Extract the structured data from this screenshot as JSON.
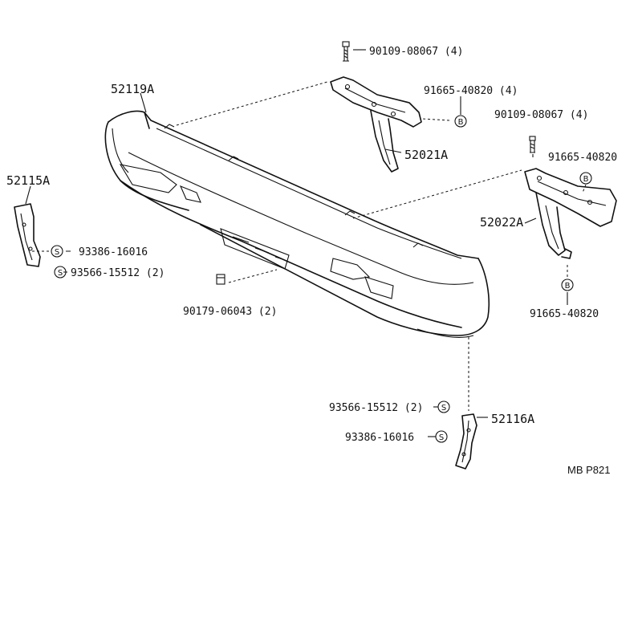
{
  "diagram": {
    "part_labels": {
      "bumper_cover": "52119A",
      "reinforcement_left": "52021A",
      "reinforcement_right": "52022A",
      "side_support_left": "52115A",
      "side_support_right": "52116A"
    },
    "fastener_labels": {
      "bolt_top": "90109-08067 (4)",
      "nut_top_b": "91665-40820 (4)",
      "bolt_right": "90109-08067 (4)",
      "nut_right_b": "91665-40820",
      "nut_lower_b": "91665-40820",
      "clip_left_a": "93386-16016",
      "screw_left": "93566-15512 (2)",
      "clip_center": "90179-06043 (2)",
      "screw_right": "93566-15512 (2)",
      "clip_right_a": "93386-16016"
    },
    "markers": {
      "bolt_marker": "B",
      "screw_marker": "S"
    },
    "page_code": "MB P821"
  }
}
